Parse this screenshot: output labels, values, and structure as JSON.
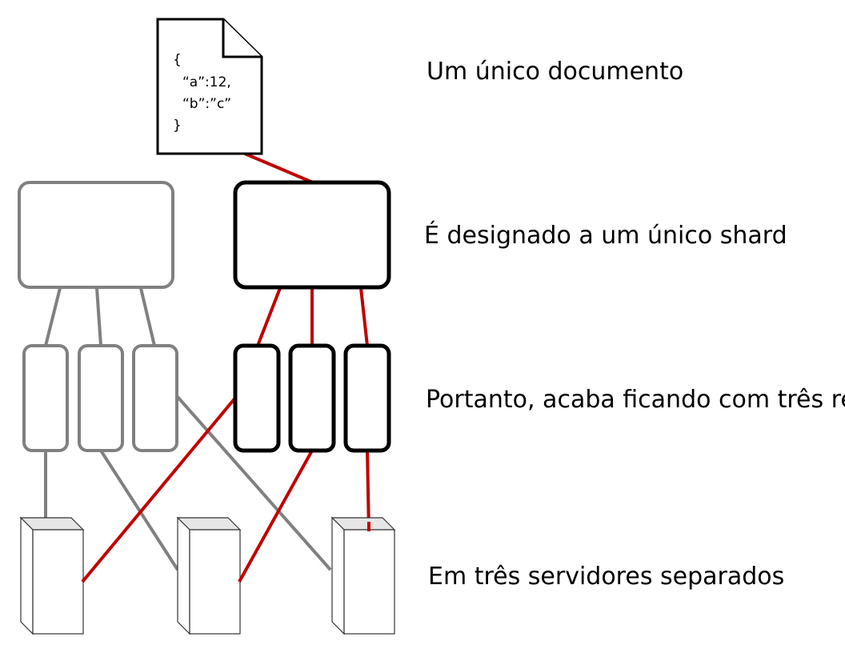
{
  "document": {
    "lines": [
      "{",
      "“a”:12,",
      "“b”:”c”",
      "}"
    ]
  },
  "labels": {
    "document": "Um único documento",
    "shard": "É designado a um único shard",
    "replicas": "Portanto, acaba ficando com três réplicas",
    "servers": "Em três servidores separados"
  },
  "colors": {
    "highlight": "#c00000",
    "inactive": "#808080",
    "active": "#000000",
    "server_top": "#e6e6e6"
  }
}
